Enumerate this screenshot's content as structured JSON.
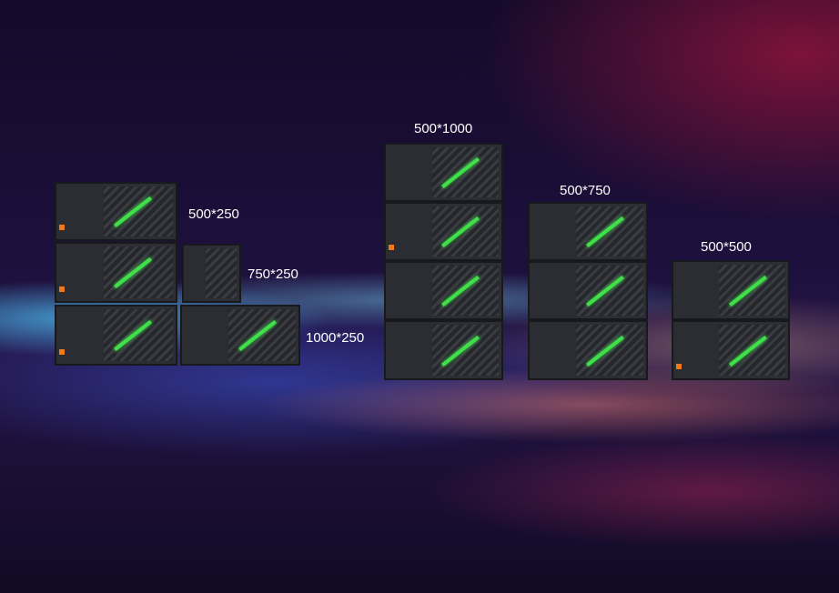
{
  "labels": {
    "l500x250": "500*250",
    "l750x250": "750*250",
    "l1000x250": "1000*250",
    "l500x1000": "500*1000",
    "l500x750": "500*750",
    "l500x500": "500*500"
  },
  "colors": {
    "stripe": "#3fe04a",
    "accent": "#f07a1a"
  }
}
